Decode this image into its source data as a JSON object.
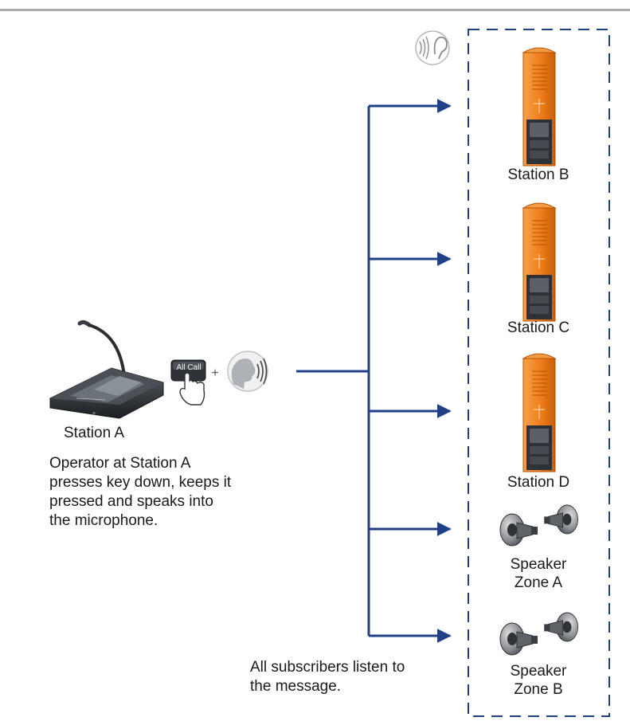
{
  "diagram": {
    "source": {
      "station_label": "Station A",
      "key_label": "All Call",
      "plus": "+"
    },
    "instruction": [
      "Operator at Station A",
      "presses key down, keeps it",
      "pressed and speaks into",
      "the microphone."
    ],
    "subscribers": [
      {
        "label": "Station B"
      },
      {
        "label": "Station C"
      },
      {
        "label": "Station D"
      },
      {
        "label_lines": [
          "Speaker",
          "Zone A"
        ]
      },
      {
        "label_lines": [
          "Speaker",
          "Zone B"
        ]
      }
    ],
    "listen_note": [
      "All subscribers listen to",
      "the message."
    ],
    "icons": {
      "listen": "ear-sound-icon",
      "speak": "speaking-head-icon",
      "press": "finger-press-icon",
      "desk": "desk-microphone-station-icon",
      "intercom": "intercom-station-icon",
      "speaker": "horn-speaker-icon"
    },
    "colors": {
      "arrow": "#1f3f86",
      "station_orange": "#f07d1b",
      "border": "#1f3f86",
      "rule": "#a9a9a9"
    }
  }
}
